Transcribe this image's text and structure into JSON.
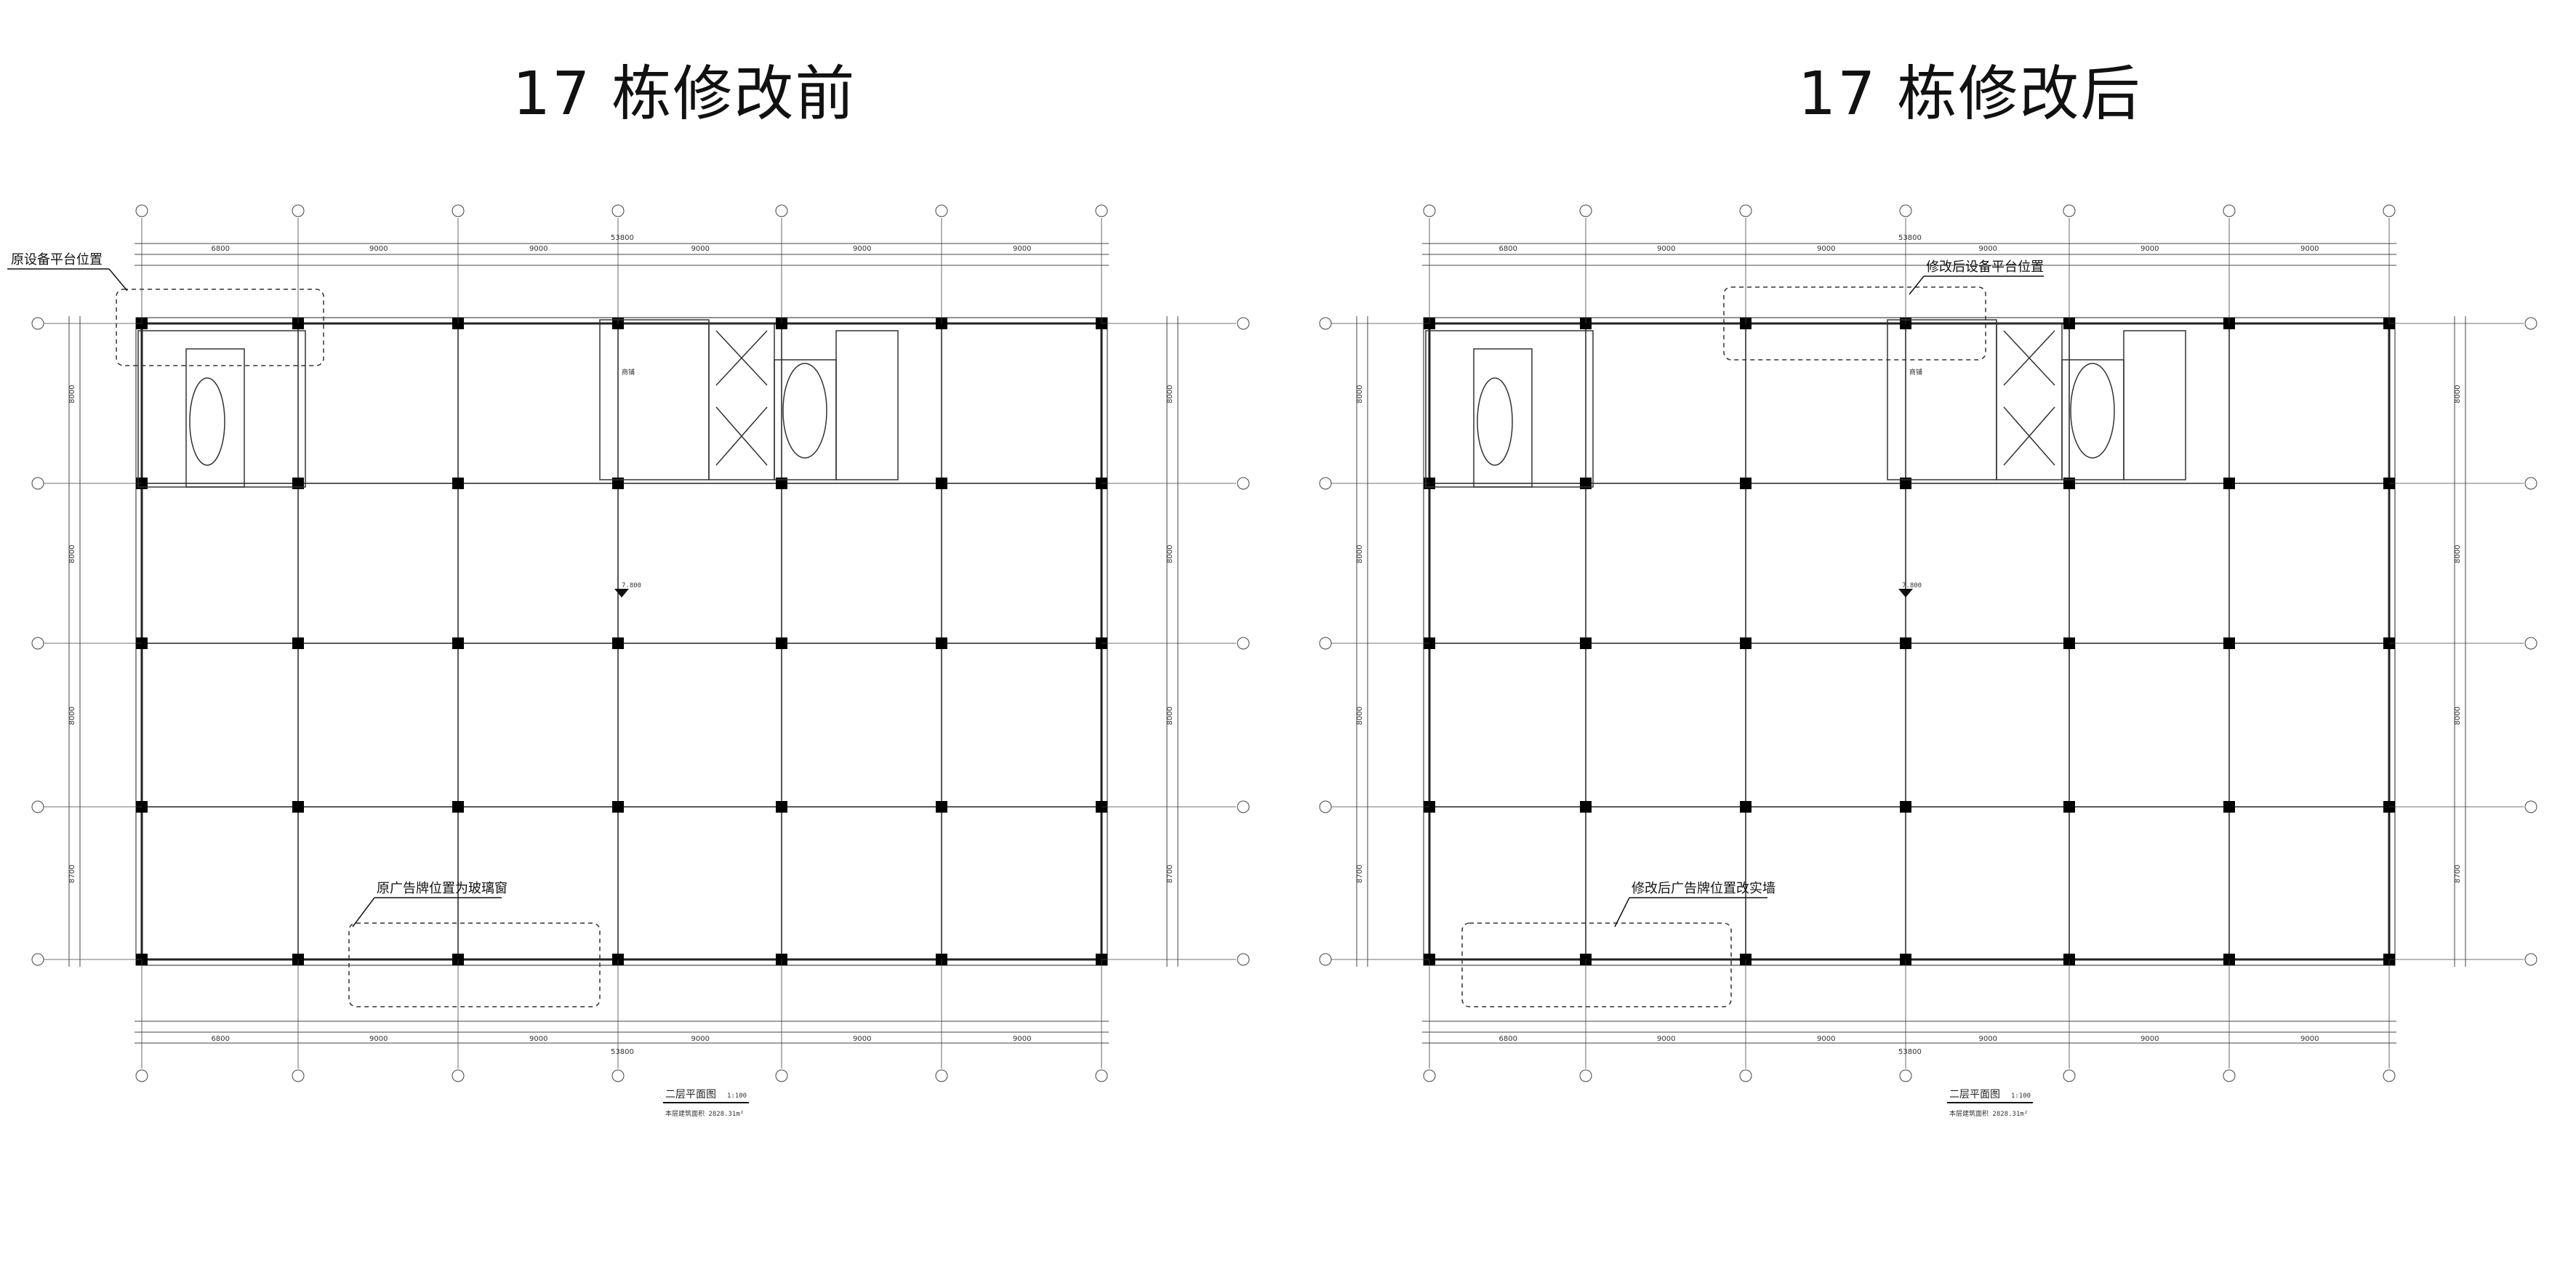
{
  "titles": {
    "before": "17 栋修改前",
    "after": "17 栋修改后"
  },
  "before_plan": {
    "callout_equipment": "原设备平台位置",
    "callout_sign": "原广告牌位置为玻璃窗",
    "plan_name": "二层平面图",
    "plan_scale": "1:100",
    "area_note": "本层建筑面积 2828.31m²",
    "room_label": "商铺",
    "elev_label": "7.800"
  },
  "after_plan": {
    "callout_equipment": "修改后设备平台位置",
    "callout_sign": "修改后广告牌位置改实墙",
    "plan_name": "二层平面图",
    "plan_scale": "1:100",
    "area_note": "本层建筑面积 2828.31m²",
    "room_label": "商铺",
    "elev_label": "7.800"
  },
  "dimensions": {
    "top_row": [
      "6800",
      "9000",
      "9000",
      "9000",
      "9000",
      "9000"
    ],
    "overall": "53800",
    "left_col": [
      "8000",
      "8000",
      "8000",
      "8700"
    ]
  }
}
